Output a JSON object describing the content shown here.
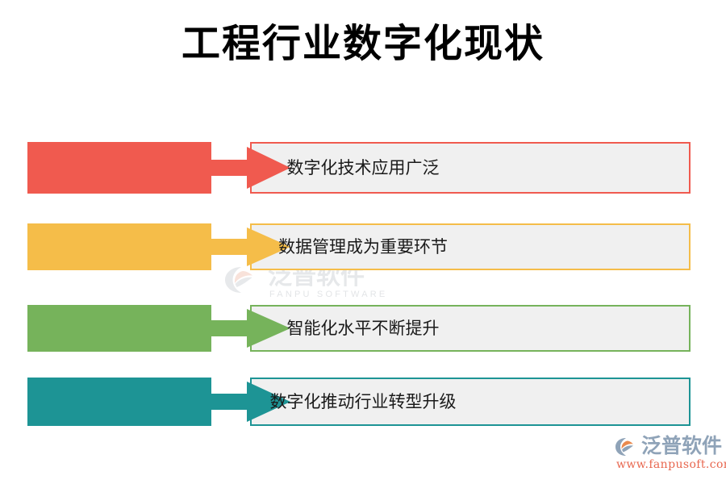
{
  "page": {
    "title": "工程行业数字化现状",
    "background_color": "#ffffff"
  },
  "watermark": {
    "text": "泛普软件",
    "subtext": "FANPU SOFTWARE",
    "icon": "fanpu-swoosh-icon",
    "text_color": "#e6e8ea"
  },
  "brand_logo": {
    "text": "泛普软件",
    "url": "www.fanpusoft.com",
    "icon": "fanpu-swoosh-icon",
    "text_color": "#8fa3b8",
    "url_color": "#e8674f"
  },
  "diagram": {
    "type": "arrow-callout-list",
    "box_fill": "#f0f0f0",
    "rows": [
      {
        "index": 1,
        "label": "数字化技术应用广泛",
        "color": "#f05a4f",
        "color_name": "red"
      },
      {
        "index": 2,
        "label": "数据管理成为重要环节",
        "color": "#f5bd49",
        "color_name": "amber"
      },
      {
        "index": 3,
        "label": "智能化水平不断提升",
        "color": "#76b35b",
        "color_name": "green"
      },
      {
        "index": 4,
        "label": "数字化推动行业转型升级",
        "color": "#1d9495",
        "color_name": "teal"
      }
    ]
  }
}
